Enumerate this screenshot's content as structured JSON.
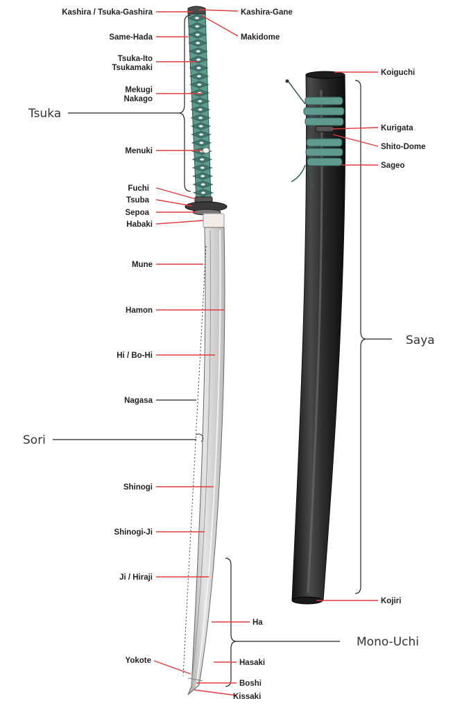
{
  "colors": {
    "cord": "#5f9a8e",
    "cord_dark": "#3e6f66",
    "saya": "#262626",
    "blade": "#d8d8d8",
    "leader_red": "#e23a3a",
    "leader_black": "#222222"
  },
  "labels": {
    "kashira": "Kashira / Tsuka-Gashira",
    "kashira_gane": "Kashira-Gane",
    "same_hada": "Same-Hada",
    "makidome": "Makidome",
    "tsuka_ito": "Tsuka-Ito",
    "tsukamaki": "Tsukamaki",
    "mekugi": "Mekugi",
    "nakago": "Nakago",
    "menuki": "Menuki",
    "fuchi": "Fuchi",
    "tsuba": "Tsuba",
    "sepoa": "Sepoa",
    "habaki": "Habaki",
    "mune": "Mune",
    "hamon": "Hamon",
    "hi": "Hi / Bo-Hi",
    "nagasa": "Nagasa",
    "shinogi": "Shinogi",
    "shinogi_ji": "Shinogi-Ji",
    "ji": "Ji / Hiraji",
    "yokote": "Yokote",
    "ha": "Ha",
    "hasaki": "Hasaki",
    "boshi": "Boshi",
    "kissaki": "Kissaki",
    "koiguchi": "Koiguchi",
    "kurigata": "Kurigata",
    "shito_dome": "Shito-Dome",
    "sageo": "Sageo",
    "kojiri": "Kojiri"
  },
  "groups": {
    "tsuka": "Tsuka",
    "sori": "Sori",
    "saya": "Saya",
    "mono_uchi": "Mono-Uchi"
  }
}
